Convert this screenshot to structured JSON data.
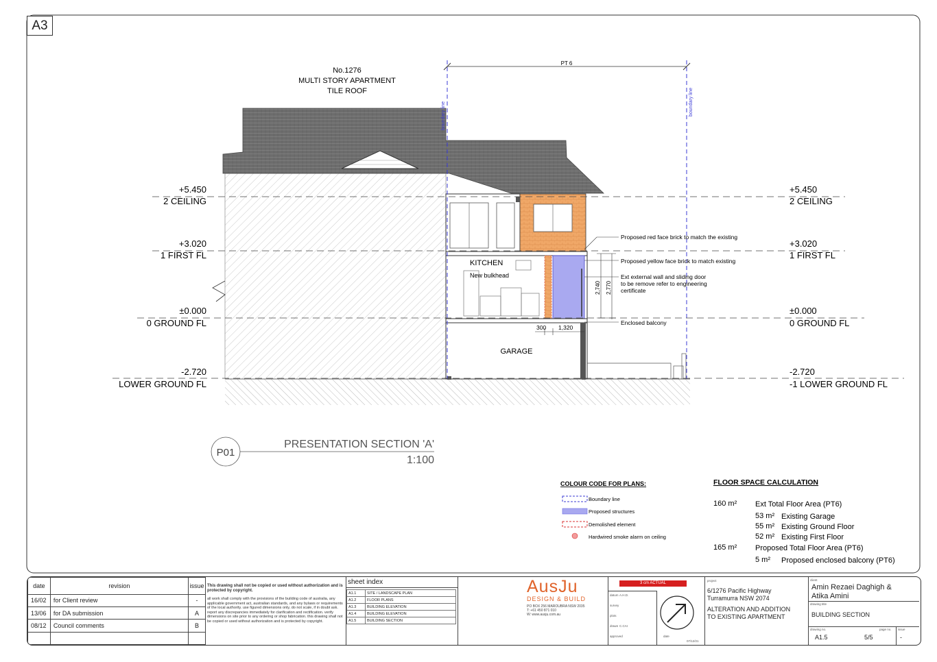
{
  "sheet": {
    "size": "A3"
  },
  "roof": {
    "lines": [
      "No.1276",
      "MULTI STORY APARTMENT",
      "TILE ROOF"
    ]
  },
  "dimension": {
    "top": "PT 6",
    "boundary_label": "boundary line",
    "bulkhead_left": "300",
    "bulkhead_right": "1,320",
    "height_outer": "2,770",
    "height_inner": "2,740"
  },
  "levels": [
    {
      "value": "+5.450",
      "name": "2 CEILING",
      "name_right": "2 CEILING"
    },
    {
      "value": "+3.020",
      "name": "1 FIRST FL",
      "name_right": "1 FIRST FL"
    },
    {
      "value": "±0.000",
      "name": "0 GROUND FL",
      "name_right": "0 GROUND FL"
    },
    {
      "value": "-2.720",
      "name": "LOWER GROUND FL",
      "name_right": "-1 LOWER GROUND FL"
    }
  ],
  "rooms": {
    "kitchen": "KITCHEN",
    "bulkhead": "New bulkhead",
    "garage": "GARAGE"
  },
  "annotations": {
    "red_brick": "Proposed red face brick to match the existing",
    "yellow_brick": "Proposed yellow face brick to match existing",
    "ext_wall": [
      "Ext external wall and sliding door",
      "to be remove refer to engineering",
      "certificate"
    ],
    "enclosed": "Enclosed balcony"
  },
  "section": {
    "tag": "P01",
    "title": "PRESENTATION SECTION 'A'",
    "scale": "1:100"
  },
  "legend": {
    "title": "COLOUR CODE FOR PLANS:",
    "items": [
      {
        "label": "Boundary line",
        "color": "#3a3ad6"
      },
      {
        "label": "Proposed structures",
        "color": "#a9a9f0"
      },
      {
        "label": "Demolished element",
        "color": "#d83030"
      },
      {
        "label": "Hardwired smoke alarm on ceiling",
        "color": "#e06060"
      }
    ]
  },
  "floor_space": {
    "title": "FLOOR SPACE CALCULATION",
    "rows": [
      {
        "area": "160 m²",
        "label": "Ext Total Floor Area (PT6)",
        "indent": false
      },
      {
        "area": "53 m²",
        "label": "Existing Garage",
        "indent": true
      },
      {
        "area": "55 m²",
        "label": "Existing Ground Floor",
        "indent": true
      },
      {
        "area": "52 m²",
        "label": "Existing First Floor",
        "indent": true
      },
      {
        "area": "165 m²",
        "label": "Proposed Total Floor Area (PT6)",
        "indent": false
      },
      {
        "area": "5 m²",
        "label": "Proposed enclosed balcony (PT6)",
        "indent": true
      }
    ]
  },
  "titleblock": {
    "rev_headers": {
      "date": "date",
      "revision": "revision",
      "issue": "issue"
    },
    "revisions": [
      {
        "date": "16/02",
        "revision": "for Client review",
        "issue": "-"
      },
      {
        "date": "13/06",
        "revision": "for DA submission",
        "issue": "A"
      },
      {
        "date": "08/12",
        "revision": "Council comments",
        "issue": "B"
      },
      {
        "date": "",
        "revision": "",
        "issue": ""
      }
    ],
    "legal_title": "This drawing shall not be copied or used without authorization and is protected by copyright.",
    "legal_body": "all work shall comply with the provisions of the building code of australia, any applicable government act, australian standards, and any bylaws or requirements of the local authority. use figured dimensions only, do not scale, if in doubt ask. report any discrepancies immediately for clarification and rectification. verify dimensions on site prior to any ordering or shop fabrication. this drawing shall not be copied or used without authorization and is protected by copyright.",
    "sheet_index_title": "sheet index",
    "sheet_index": [
      {
        "no": "A1.1",
        "name": "SITE / LANDSCAPE PLAN"
      },
      {
        "no": "A1.2",
        "name": "FLOOR PLANS"
      },
      {
        "no": "A1.3",
        "name": "BUILDING ELEVATION"
      },
      {
        "no": "A1.4",
        "name": "BUILDING ELEVATION"
      },
      {
        "no": "A1.5",
        "name": "BUILDING SECTION"
      }
    ],
    "company": "AusJu",
    "company_sub": "DESIGN & BUILD",
    "company_addr": [
      "PO BOX 256 MAROUBRA NSW 2035",
      "T: +61 450 871 010",
      "W: www.ausju.com.au"
    ],
    "scale_bar": "3 cm ACTUAL",
    "info_labels": [
      "datum",
      "survey",
      "plots",
      "drawn",
      "approved"
    ],
    "datum_value": "A.H.D.",
    "drawn_value": "C.CAI",
    "date_label": "date",
    "date_code": "07/12/21",
    "project_label": "project",
    "project_address": [
      "6/1276 Pacific Highway",
      "Turramurra NSW 2074"
    ],
    "project_desc": [
      "ALTERATION AND ADDITION",
      "TO EXISTING APARTMENT"
    ],
    "client_label": "client",
    "client_names": [
      "Amin Rezaei Daghigh &",
      "Atika Amini"
    ],
    "drawing_title_label": "drawing title",
    "drawing_title": "BUILDING SECTION",
    "drawing_no_label": "drawing no.",
    "drawing_no": "A1.5",
    "page_label": "page no.",
    "page": "5/5",
    "issue_label": "issue",
    "issue": "-"
  }
}
